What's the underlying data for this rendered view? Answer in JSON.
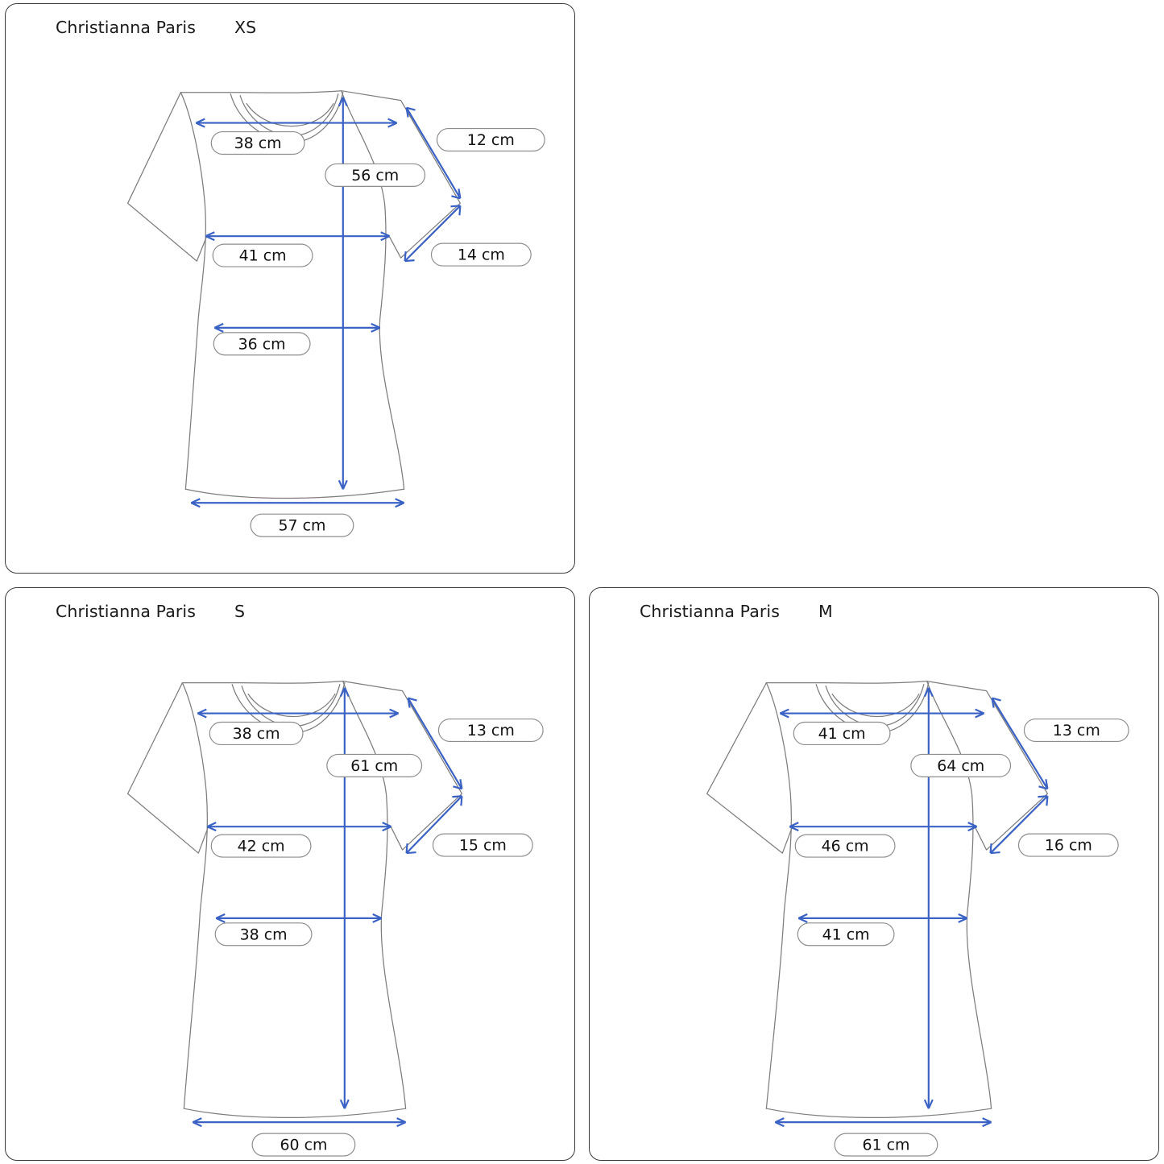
{
  "panels": [
    {
      "id": "xs",
      "brand": "Christianna Paris",
      "size": "XS",
      "measurements": {
        "shoulder": "38 cm",
        "length": "56 cm",
        "sleeve_length": "12 cm",
        "chest": "41 cm",
        "sleeve_opening": "14 cm",
        "waist": "36 cm",
        "hem": "57 cm"
      }
    },
    {
      "id": "s",
      "brand": "Christianna Paris",
      "size": "S",
      "measurements": {
        "shoulder": "38 cm",
        "length": "61 cm",
        "sleeve_length": "13 cm",
        "chest": "42 cm",
        "sleeve_opening": "15 cm",
        "waist": "38 cm",
        "hem": "60 cm"
      }
    },
    {
      "id": "m",
      "brand": "Christianna Paris",
      "size": "M",
      "measurements": {
        "shoulder": "41 cm",
        "length": "64 cm",
        "sleeve_length": "13 cm",
        "chest": "46 cm",
        "sleeve_opening": "16 cm",
        "waist": "41 cm",
        "hem": "61 cm"
      }
    }
  ],
  "colors": {
    "dimension_arrow": "#3a62c4",
    "garment_outline": "#7d7d7d",
    "panel_border": "#3a3a3a",
    "label_text": "#111111",
    "background": "#ffffff"
  }
}
